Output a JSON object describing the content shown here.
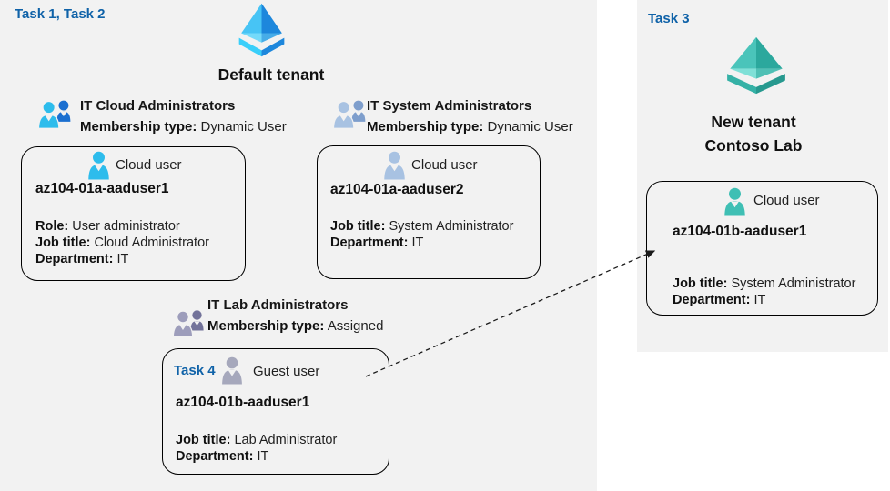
{
  "colors": {
    "panel_bg": "#f2f2f2",
    "task_blue": "#0f62a8",
    "text": "#1f1f1f",
    "box_border": "#000000",
    "arrow": "#1a1a1a",
    "person_cyan": "#2dbcec",
    "person_blue_dark": "#1b6fd0",
    "person_slate": "#a8c2e2",
    "person_slate_dark": "#7e9ecc",
    "person_purple": "#9d9dbb",
    "person_purple_dark": "#73739a",
    "person_gray": "#a6a8bc",
    "person_teal": "#3fbfb4",
    "tenant_blue_ul": "#47c4f5",
    "tenant_blue_ur": "#1d87dc",
    "tenant_blue_ll": "#74dafa",
    "tenant_blue_lr": "#47ace8",
    "tenant_blue_band_l": "#3acffa",
    "tenant_blue_band_r": "#1d87dc",
    "tenant_teal_ul": "#4ac4ba",
    "tenant_teal_ur": "#2ba89d",
    "tenant_teal_ll": "#7fe0d7",
    "tenant_teal_lr": "#4fc0b5",
    "tenant_teal_band_l": "#35b1a6",
    "tenant_teal_band_r": "#27998f"
  },
  "default_tenant": {
    "task_label": "Task 1, Task 2",
    "name": "Default tenant"
  },
  "new_tenant": {
    "task_label": "Task 3",
    "name_line1": "New tenant",
    "name_line2": "Contoso Lab"
  },
  "groups": {
    "cloud": {
      "title": "IT Cloud Administrators",
      "membership_label": "Membership type:",
      "membership_value": "Dynamic User"
    },
    "system": {
      "title": "IT System Administrators",
      "membership_label": "Membership type:",
      "membership_value": "Dynamic User"
    },
    "lab": {
      "title": "IT Lab Administrators",
      "membership_label": "Membership type:",
      "membership_value": "Assigned"
    }
  },
  "users": {
    "cloud1": {
      "type_label": "Cloud user",
      "name": "az104-01a-aaduser1",
      "role_label": "Role:",
      "role_value": "User administrator",
      "job_label": "Job title:",
      "job_value": "Cloud Administrator",
      "dept_label": "Department:",
      "dept_value": "IT"
    },
    "cloud2": {
      "type_label": "Cloud user",
      "name": "az104-01a-aaduser2",
      "job_label": "Job title:",
      "job_value": "System Administrator",
      "dept_label": "Department:",
      "dept_value": "IT"
    },
    "guest": {
      "task_label": "Task 4",
      "type_label": "Guest user",
      "name": "az104-01b-aaduser1",
      "job_label": "Job title:",
      "job_value": "Lab Administrator",
      "dept_label": "Department:",
      "dept_value": "IT"
    },
    "new_cloud": {
      "type_label": "Cloud user",
      "name": "az104-01b-aaduser1",
      "job_label": "Job title:",
      "job_value": "System Administrator",
      "dept_label": "Department:",
      "dept_value": "IT"
    }
  }
}
